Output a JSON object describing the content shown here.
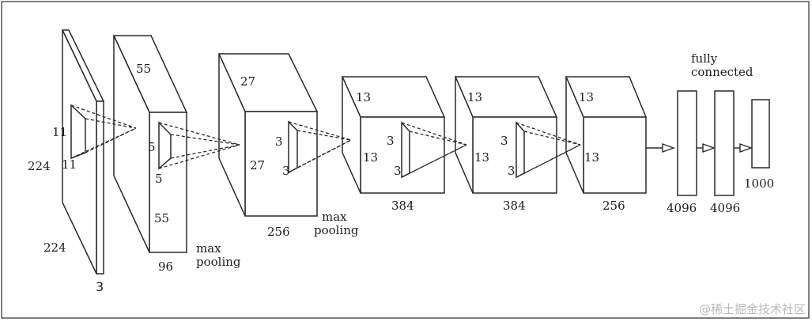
{
  "diagram": {
    "input_layer": {
      "height": "224",
      "width": "224",
      "depth": "3",
      "kernel_h": "11",
      "kernel_w": "11"
    },
    "conv1": {
      "size": "55",
      "depth": "96",
      "kernel_h": "5",
      "kernel_w": "5",
      "pool_label": "max pooling"
    },
    "conv2": {
      "size_top": "27",
      "size_front": "27",
      "depth": "256",
      "kernel_h": "3",
      "kernel_w": "3",
      "pool_label": "max pooling"
    },
    "conv3": {
      "size_top": "13",
      "size_front": "13",
      "depth": "384",
      "kernel_h": "3",
      "kernel_w": "3"
    },
    "conv4": {
      "size_top": "13",
      "size_front": "13",
      "depth": "384",
      "kernel_h": "3",
      "kernel_w": "3"
    },
    "conv5": {
      "size_top": "13",
      "size_front": "13",
      "depth": "256"
    },
    "fc_label": "fully connected",
    "fc1": "4096",
    "fc2": "4096",
    "output": "1000"
  },
  "watermark": "@稀土掘金技术社区"
}
